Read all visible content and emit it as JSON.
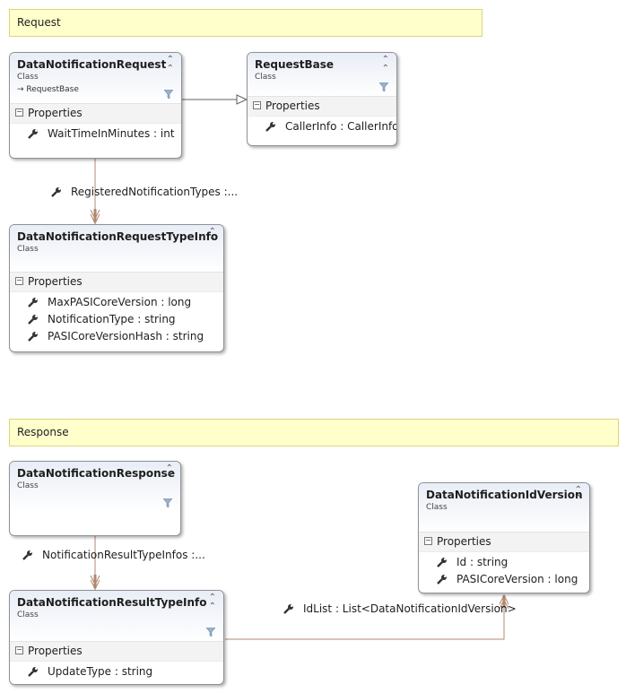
{
  "groups": {
    "request": "Request",
    "response": "Response"
  },
  "shapes": {
    "dnr": {
      "name": "DataNotificationRequest",
      "kind": "Class",
      "base": "RequestBase",
      "section": "Properties",
      "props": [
        "WaitTimeInMinutes : int"
      ]
    },
    "rb": {
      "name": "RequestBase",
      "kind": "Class",
      "section": "Properties",
      "props": [
        "CallerInfo : CallerInfo"
      ]
    },
    "dnrti": {
      "name": "DataNotificationRequestTypeInfo",
      "kind": "Class",
      "section": "Properties",
      "props": [
        "MaxPASICoreVersion : long",
        "NotificationType : string",
        "PASICoreVersionHash : string"
      ]
    },
    "dnresp": {
      "name": "DataNotificationResponse",
      "kind": "Class"
    },
    "dniv": {
      "name": "DataNotificationIdVersion",
      "kind": "Class",
      "section": "Properties",
      "props": [
        "Id : string",
        "PASICoreVersion : long"
      ]
    },
    "dnrsti": {
      "name": "DataNotificationResultTypeInfo",
      "kind": "Class",
      "section": "Properties",
      "props": [
        "UpdateType : string"
      ]
    }
  },
  "associations": {
    "registered": "RegisteredNotificationTypes  :...",
    "results": "NotificationResultTypeInfos  :...",
    "idlist": "IdList : List<DataNotificationIdVersion>"
  },
  "colors": {
    "group_fill": "#ffffcc",
    "association_line": "#b08870",
    "inheritance_line": "#606060"
  }
}
